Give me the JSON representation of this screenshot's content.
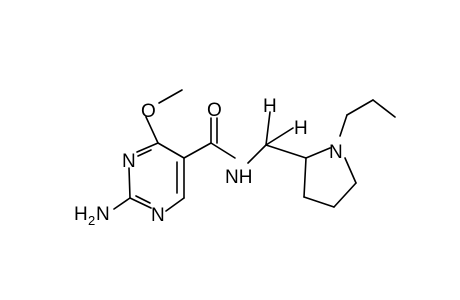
{
  "molecule": {
    "atom_labels": {
      "n_ring_top": "N",
      "n_ring_bottom": "N",
      "o_methoxy": "O",
      "o_carbonyl": "O",
      "nh_amide": "NH",
      "h_top": "H",
      "h_right": "H",
      "n_pyrrolidine": "N"
    },
    "amine": {
      "main": "H",
      "subscript": "2",
      "suffix": "N"
    }
  },
  "colors": {
    "bond": "#000000",
    "text": "#000000",
    "background": "#ffffff"
  }
}
